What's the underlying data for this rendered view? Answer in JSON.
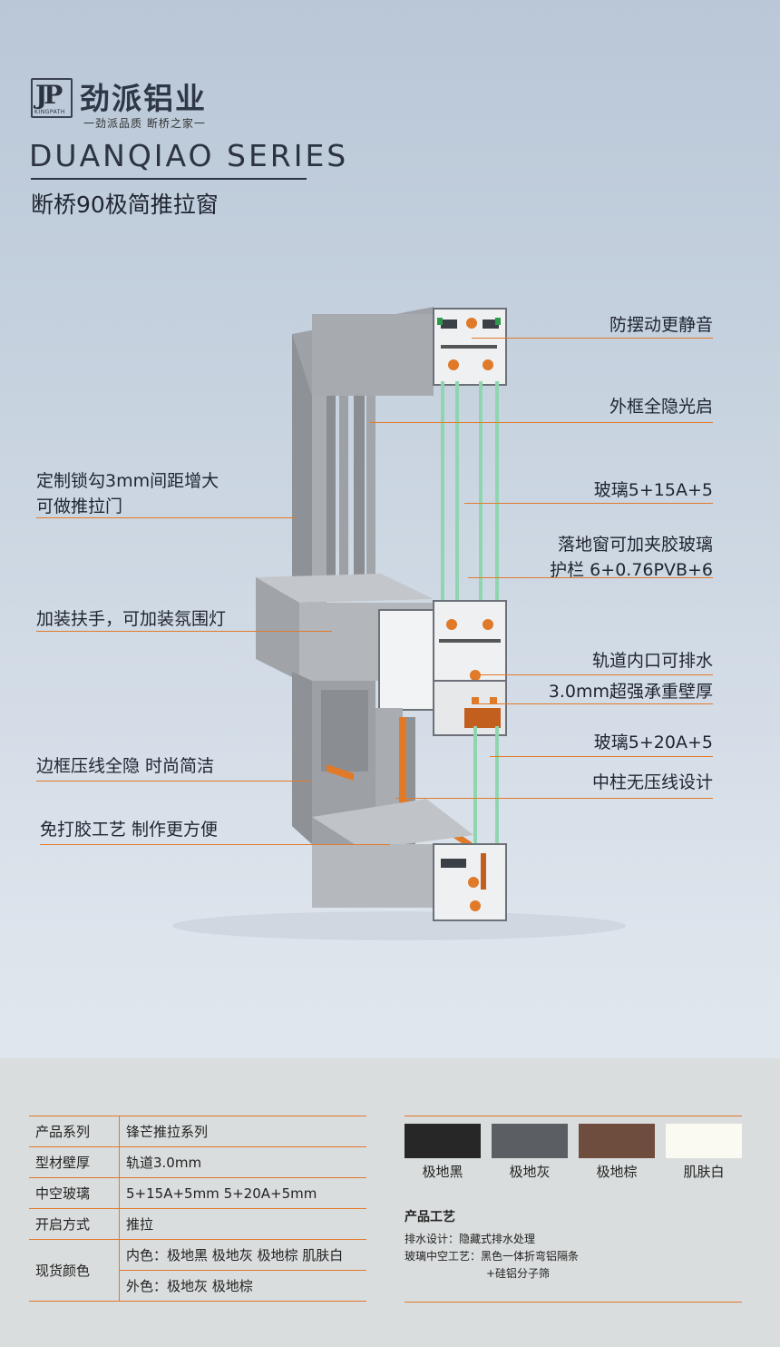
{
  "brand": {
    "logo_mark": "JP",
    "logo_sub": "KINGPATH",
    "name": "劲派铝业",
    "slogan": "一劲派品质 断桥之家一"
  },
  "series": "DUANQIAO SERIES",
  "product_title": "断桥90极简推拉窗",
  "features_right": [
    "防摆动更静音",
    "外框全隐光启",
    "玻璃5+15A+5",
    "落地窗可加夹胶玻璃",
    "护栏 6+0.76PVB+6",
    "轨道内口可排水",
    "3.0mm超强承重壁厚",
    "玻璃5+20A+5",
    "中柱无压线设计"
  ],
  "features_left": [
    "定制锁勾3mm间距增大",
    "可做推拉门",
    "加装扶手，可加装氛围灯",
    "边框压线全隐  时尚简洁",
    "免打胶工艺   制作更方便"
  ],
  "spec_table": [
    {
      "key": "产品系列",
      "value": "锋芒推拉系列"
    },
    {
      "key": "型材壁厚",
      "value": "轨道3.0mm"
    },
    {
      "key": "中空玻璃",
      "value": "5+15A+5mm  5+20A+5mm"
    },
    {
      "key": "开启方式",
      "value": "推拉"
    },
    {
      "key": "现货颜色",
      "inner": "内色：极地黑 极地灰 极地棕 肌肤白",
      "outer": "外色：极地灰  极地棕"
    }
  ],
  "colors": [
    {
      "name": "极地黑",
      "hex": "#262726"
    },
    {
      "name": "极地灰",
      "hex": "#5b5e63"
    },
    {
      "name": "极地棕",
      "hex": "#6e4d3e"
    },
    {
      "name": "肌肤白",
      "hex": "#fbfaf2"
    }
  ],
  "craft": {
    "title": "产品工艺",
    "line1": "排水设计：隐藏式排水处理",
    "line2": "玻璃中空工艺：黑色一体折弯铝隔条",
    "line3": "+硅铝分子筛"
  }
}
